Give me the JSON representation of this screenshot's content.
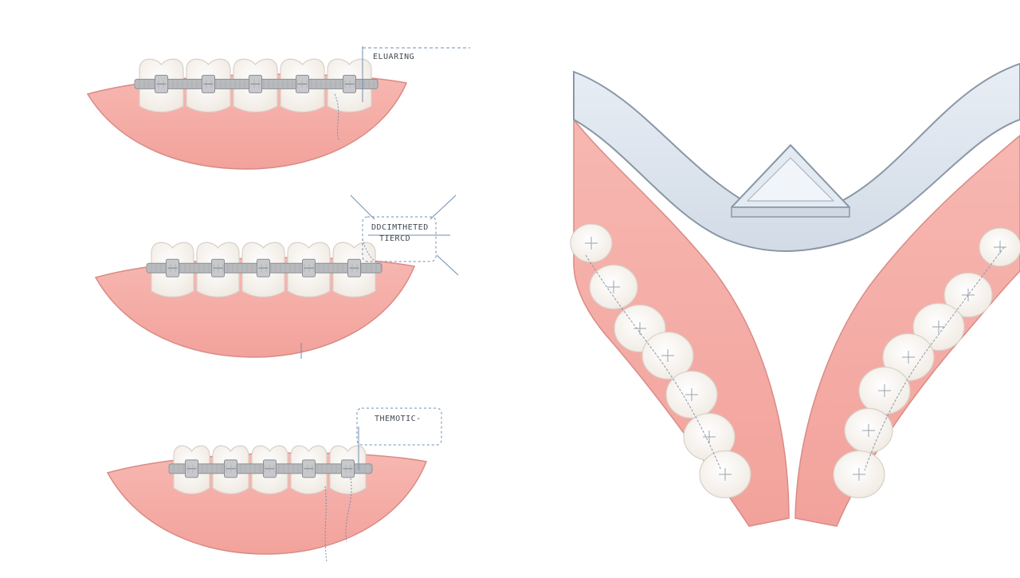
{
  "callouts": {
    "top": "ELUARING",
    "middle_line1": "DDCIMTHETED",
    "middle_line2": "TIERCD",
    "bottom": "THEMOTIC-"
  },
  "colors": {
    "gum": "#f4a8a2",
    "gum_shadow": "#e9908a",
    "gum_stroke": "#d98b86",
    "tooth": "#fbf8f4",
    "tooth_stroke": "#d8d0c8",
    "bracket": "#b8babd",
    "bracket_stroke": "#8c8f93",
    "retainer": "#dde5ee",
    "retainer_stroke": "#8a97a6",
    "wire": "#6f8fb0"
  },
  "icons": {
    "retainer": "retainer-triangle-icon",
    "tooth": "tooth-icon"
  }
}
